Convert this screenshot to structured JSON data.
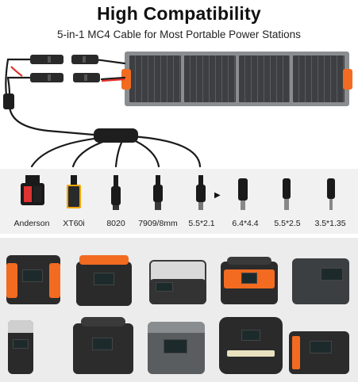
{
  "header": {
    "title": "High Compatibility",
    "subtitle": "5-in-1 MC4 Cable for Most Portable Power Stations"
  },
  "connectors": [
    {
      "label": "Anderson"
    },
    {
      "label": "XT60i"
    },
    {
      "label": "8020"
    },
    {
      "label": "7909/8mm"
    },
    {
      "label": "5.5*2.1"
    },
    {
      "label": "6.4*4.4"
    },
    {
      "label": "5.5*2.5"
    },
    {
      "label": "3.5*1.35"
    }
  ],
  "colors": {
    "accent": "#f26b21",
    "cable": "#1a1a1a",
    "mc4_red": "#e0302a",
    "strip_bg": "#f1f1f1",
    "stations_bg": "#ececec"
  }
}
